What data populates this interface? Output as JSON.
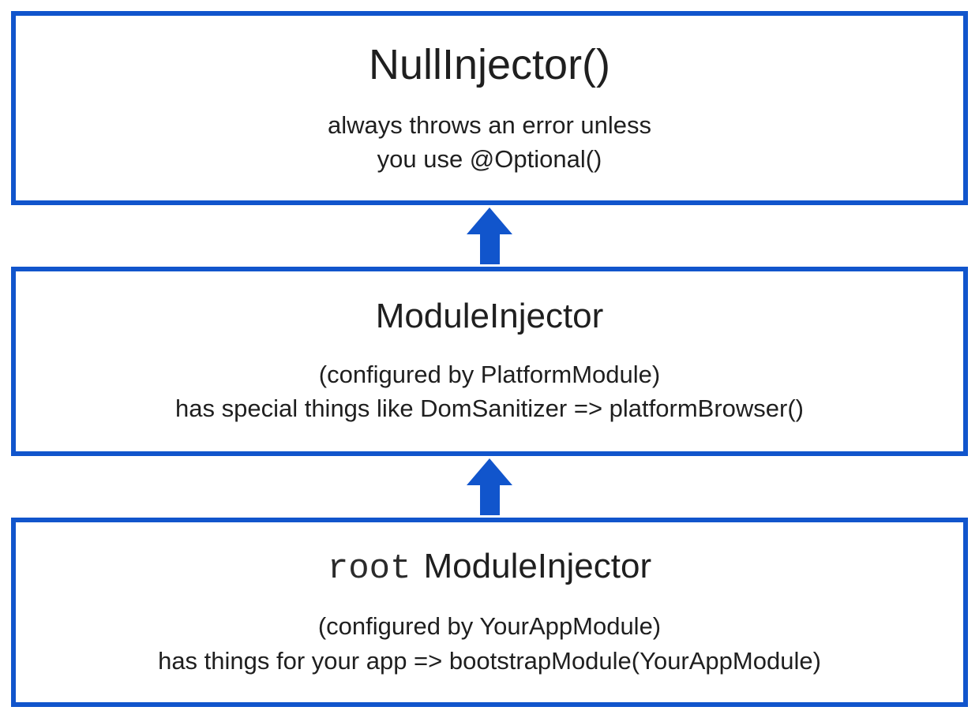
{
  "diagram": {
    "accent_color": "#1155cc",
    "boxes": [
      {
        "title": "NullInjector()",
        "lines": [
          "always throws an error unless",
          "you use @Optional()"
        ]
      },
      {
        "title": "ModuleInjector",
        "lines": [
          "(configured by PlatformModule)",
          "has special things like DomSanitizer => platformBrowser()"
        ]
      },
      {
        "title_prefix": "root",
        "title": "ModuleInjector",
        "lines": [
          "(configured by YourAppModule)",
          "has things for your app  => bootstrapModule(YourAppModule)"
        ]
      }
    ]
  }
}
